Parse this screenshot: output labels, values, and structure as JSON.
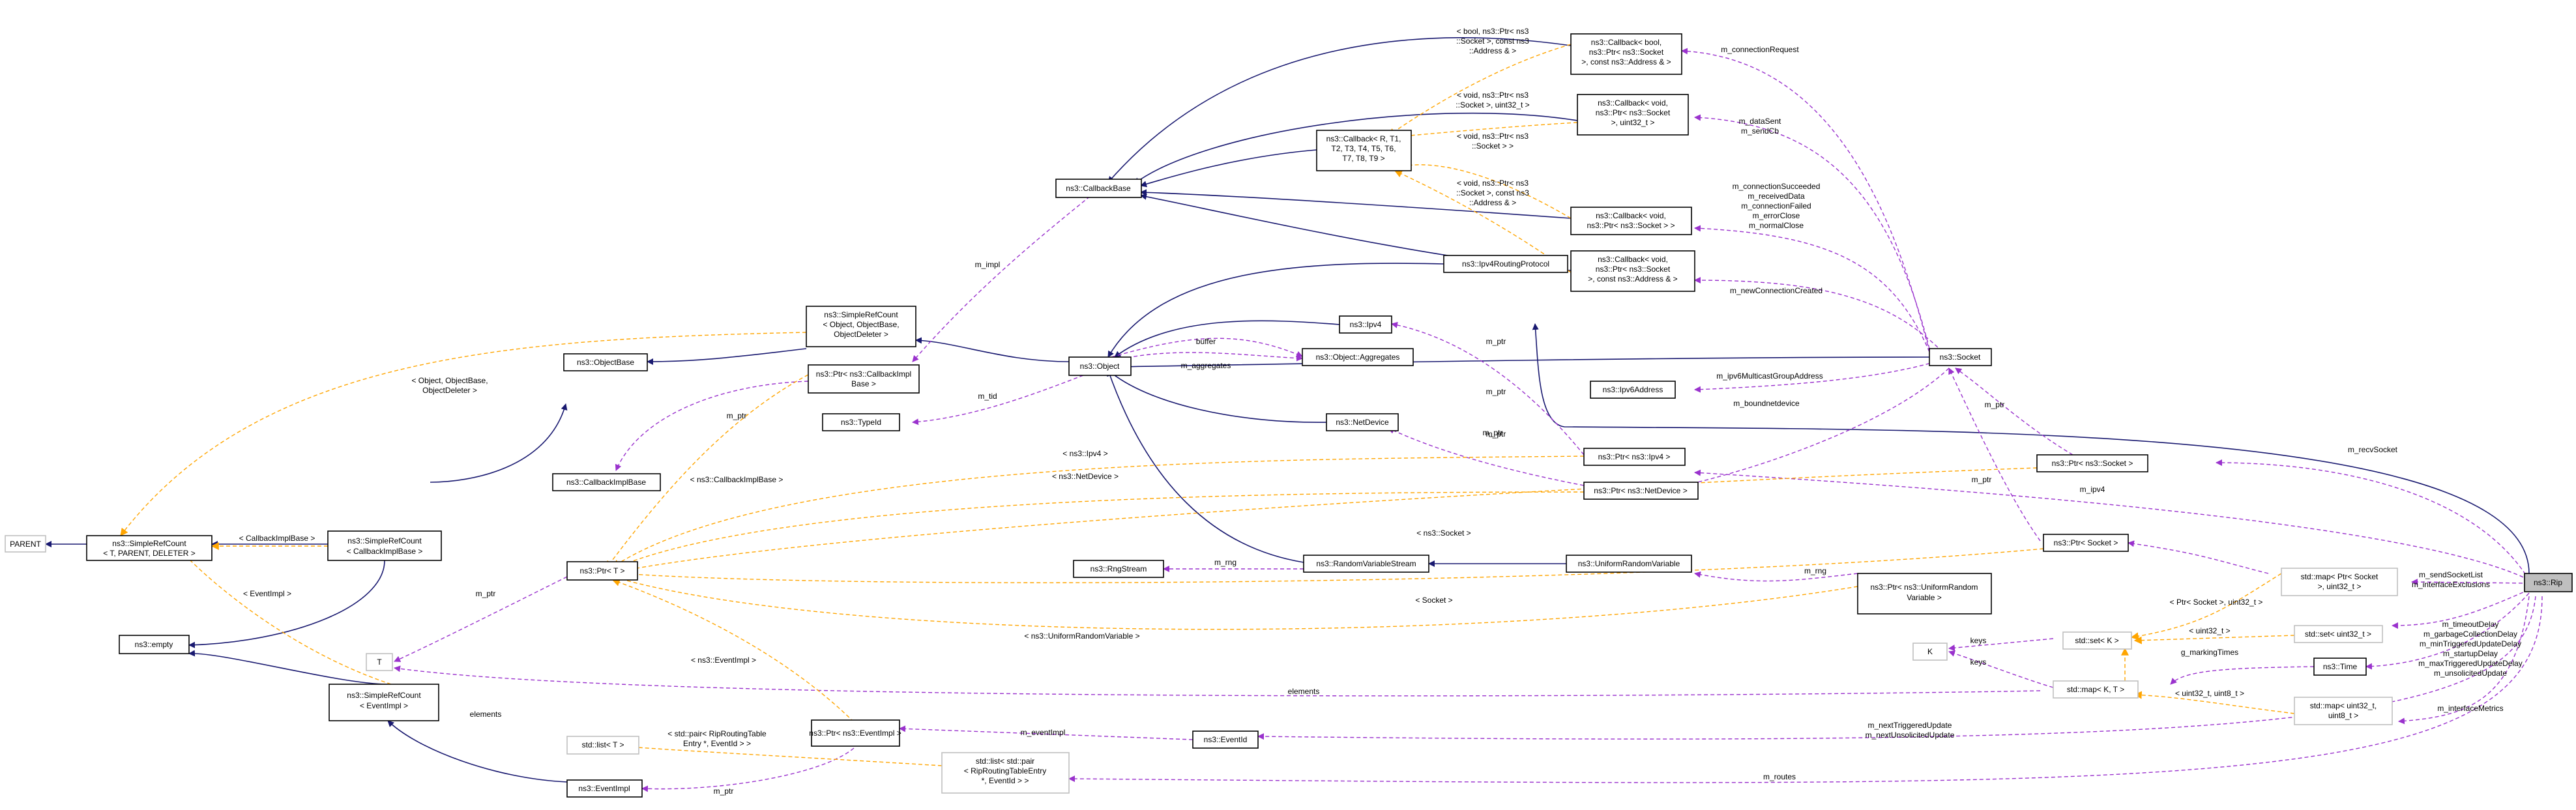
{
  "nodes": [
    {
      "id": "parent",
      "lines": [
        "PARENT"
      ],
      "tpl": true
    },
    {
      "id": "simplerefcount_t",
      "lines": [
        "ns3::SimpleRefCount",
        "< T, PARENT, DELETER >"
      ],
      "tpl": true
    },
    {
      "id": "empty",
      "lines": [
        "ns3::empty"
      ]
    },
    {
      "id": "simplerefcount_cbimplbase",
      "lines": [
        "ns3::SimpleRefCount",
        "< CallbackImplBase >"
      ]
    },
    {
      "id": "callbackimplbase",
      "lines": [
        "ns3::CallbackImplBase"
      ]
    },
    {
      "id": "objectbase",
      "lines": [
        "ns3::ObjectBase"
      ]
    },
    {
      "id": "simplerefcount_object",
      "lines": [
        "ns3::SimpleRefCount",
        "< Object, ObjectBase,",
        "ObjectDeleter >"
      ]
    },
    {
      "id": "ptr_cbimplbase",
      "lines": [
        "ns3::Ptr< ns3::CallbackImpl",
        "Base >"
      ]
    },
    {
      "id": "typeid",
      "lines": [
        "ns3::TypeId"
      ]
    },
    {
      "id": "ptr_t",
      "lines": [
        "ns3::Ptr< T >"
      ],
      "tpl": true
    },
    {
      "id": "T",
      "lines": [
        "T"
      ],
      "tpl": true
    },
    {
      "id": "simplerefcount_eventimpl",
      "lines": [
        "ns3::SimpleRefCount",
        "< EventImpl >"
      ]
    },
    {
      "id": "stdlist_t",
      "lines": [
        "std::list< T >"
      ],
      "tpl": true
    },
    {
      "id": "eventimpl",
      "lines": [
        "ns3::EventImpl"
      ]
    },
    {
      "id": "callbackbase",
      "lines": [
        "ns3::CallbackBase"
      ]
    },
    {
      "id": "object",
      "lines": [
        "ns3::Object"
      ]
    },
    {
      "id": "ipv4",
      "lines": [
        "ns3::Ipv4"
      ]
    },
    {
      "id": "object_aggregates",
      "lines": [
        "ns3::Object::Aggregates"
      ]
    },
    {
      "id": "netdevice",
      "lines": [
        "ns3::NetDevice"
      ]
    },
    {
      "id": "rngstream",
      "lines": [
        "ns3::RngStream"
      ]
    },
    {
      "id": "randomvariablestream",
      "lines": [
        "ns3::RandomVariableStream"
      ]
    },
    {
      "id": "ptr_eventimpl",
      "lines": [
        "ns3::Ptr< ns3::EventImpl >"
      ]
    },
    {
      "id": "stdlist_pair",
      "lines": [
        "std::list< std::pair",
        "< RipRoutingTableEntry",
        "*, EventId > >"
      ]
    },
    {
      "id": "eventid",
      "lines": [
        "ns3::EventId"
      ]
    },
    {
      "id": "callback_R",
      "lines": [
        "ns3::Callback< R, T1,",
        "T2, T3, T4, T5, T6,",
        "T7, T8, T9 >"
      ],
      "tpl": true
    },
    {
      "id": "callback_bool",
      "lines": [
        "ns3::Callback< bool,",
        "ns3::Ptr< ns3::Socket",
        ">, const ns3::Address & >"
      ]
    },
    {
      "id": "callback_void_uint",
      "lines": [
        "ns3::Callback< void,",
        "ns3::Ptr< ns3::Socket",
        ">, uint32_t >"
      ]
    },
    {
      "id": "callback_void_socket",
      "lines": [
        "ns3::Callback< void,",
        "ns3::Ptr< ns3::Socket > >"
      ]
    },
    {
      "id": "callback_void_addr",
      "lines": [
        "ns3::Callback< void,",
        "ns3::Ptr< ns3::Socket",
        ">, const ns3::Address & >"
      ]
    },
    {
      "id": "ipv4routingprotocol",
      "lines": [
        "ns3::Ipv4RoutingProtocol"
      ]
    },
    {
      "id": "ipv6address",
      "lines": [
        "ns3::Ipv6Address"
      ]
    },
    {
      "id": "ptr_ipv4",
      "lines": [
        "ns3::Ptr< ns3::Ipv4 >"
      ]
    },
    {
      "id": "ptr_netdevice",
      "lines": [
        "ns3::Ptr< ns3::NetDevice >"
      ]
    },
    {
      "id": "uniformrandomvariable",
      "lines": [
        "ns3::UniformRandomVariable"
      ]
    },
    {
      "id": "socket",
      "lines": [
        "ns3::Socket"
      ]
    },
    {
      "id": "ptr_socket_r",
      "lines": [
        "ns3::Ptr< ns3::Socket >"
      ]
    },
    {
      "id": "ptr_socket_l",
      "lines": [
        "ns3::Ptr< Socket >"
      ]
    },
    {
      "id": "ptr_urv",
      "lines": [
        "ns3::Ptr< ns3::UniformRandom",
        "Variable >"
      ]
    },
    {
      "id": "stdmap_ptrsocket",
      "lines": [
        "std::map< Ptr< Socket",
        ">, uint32_t >"
      ]
    },
    {
      "id": "stdset_uint",
      "lines": [
        "std::set< uint32_t >"
      ]
    },
    {
      "id": "stdset_K",
      "lines": [
        "std::set< K >"
      ],
      "tpl": true
    },
    {
      "id": "K",
      "lines": [
        "K"
      ],
      "tpl": true
    },
    {
      "id": "stdmap_KT",
      "lines": [
        "std::map< K, T >"
      ],
      "tpl": true
    },
    {
      "id": "time",
      "lines": [
        "ns3::Time"
      ]
    },
    {
      "id": "stdmap_uint",
      "lines": [
        "std::map< uint32_t,",
        "uint8_t >"
      ]
    },
    {
      "id": "rip",
      "lines": [
        "ns3::Rip"
      ],
      "focus": true
    }
  ],
  "edge_labels": [
    {
      "id": "l_cbimplbase1",
      "text": "< CallbackImplBase >"
    },
    {
      "id": "l_eventimpl1",
      "text": "< EventImpl >"
    },
    {
      "id": "l_objobase",
      "text": "< Object, ObjectBase,"
    },
    {
      "id": "l_objobase2",
      "text": "ObjectDeleter >"
    },
    {
      "id": "l_mptr1",
      "text": "m_ptr"
    },
    {
      "id": "l_cbimplbase2",
      "text": "< ns3::CallbackImplBase >"
    },
    {
      "id": "l_mimpl",
      "text": "m_impl"
    },
    {
      "id": "l_mtid",
      "text": "m_tid"
    },
    {
      "id": "l_buffer",
      "text": "buffer"
    },
    {
      "id": "l_maggregates",
      "text": "m_aggregates"
    },
    {
      "id": "l_ipv4",
      "text": "< ns3::Ipv4 >"
    },
    {
      "id": "l_netdev",
      "text": "< ns3::NetDevice >"
    },
    {
      "id": "l_socket1",
      "text": "< ns3::Socket >"
    },
    {
      "id": "l_socket2",
      "text": "< Socket >"
    },
    {
      "id": "l_urv",
      "text": "< ns3::UniformRandomVariable >"
    },
    {
      "id": "l_eventimpl2",
      "text": "< ns3::EventImpl >"
    },
    {
      "id": "l_mptr2",
      "text": "m_ptr"
    },
    {
      "id": "l_mptr3",
      "text": "m_ptr"
    },
    {
      "id": "l_elements1",
      "text": "elements"
    },
    {
      "id": "l_elements2",
      "text": "elements"
    },
    {
      "id": "l_pair1",
      "text": "< std::pair< RipRoutingTable"
    },
    {
      "id": "l_pair2",
      "text": "Entry *, EventId > >"
    },
    {
      "id": "l_meventimpl",
      "text": "m_eventImpl"
    },
    {
      "id": "l_mrng",
      "text": "m_rng"
    },
    {
      "id": "l_mptr4",
      "text": "m_ptr"
    },
    {
      "id": "l_mptr5",
      "text": "m_ptr"
    },
    {
      "id": "l_mptr6",
      "text": "m_ptr"
    },
    {
      "id": "l_mptr7",
      "text": "m_ptr"
    },
    {
      "id": "l_mrng2",
      "text": "m_rng"
    },
    {
      "id": "l_keys1",
      "text": "keys"
    },
    {
      "id": "l_keys2",
      "text": "keys"
    },
    {
      "id": "l_keys3",
      "text": "keys"
    },
    {
      "id": "l_marking",
      "text": "g_markingTimes"
    },
    {
      "id": "l_ptrsocket",
      "text": "< Ptr< Socket >, uint32_t >"
    },
    {
      "id": "l_uint32",
      "text": "< uint32_t >"
    },
    {
      "id": "l_uint32_8",
      "text": "< uint32_t, uint8_t >"
    },
    {
      "id": "l_cb_bool1",
      "text": "< bool, ns3::Ptr< ns3"
    },
    {
      "id": "l_cb_bool2",
      "text": "::Socket >, const ns3"
    },
    {
      "id": "l_cb_bool3",
      "text": "::Address & >"
    },
    {
      "id": "l_cb_void1",
      "text": "< void, ns3::Ptr< ns3"
    },
    {
      "id": "l_cb_void2",
      "text": "::Socket >, uint32_t >"
    },
    {
      "id": "l_cb_void3",
      "text": "< void, ns3::Ptr< ns3"
    },
    {
      "id": "l_cb_void4",
      "text": "::Socket > >"
    },
    {
      "id": "l_cb_void5",
      "text": "< void, ns3::Ptr< ns3"
    },
    {
      "id": "l_cb_void6",
      "text": "::Socket >, const ns3"
    },
    {
      "id": "l_cb_void7",
      "text": "::Address & >"
    },
    {
      "id": "l_connreq",
      "text": "m_connectionRequest"
    },
    {
      "id": "l_datasent",
      "text": "m_dataSent"
    },
    {
      "id": "l_sendcb",
      "text": "m_sendCb"
    },
    {
      "id": "l_cs1",
      "text": "m_connectionSucceeded"
    },
    {
      "id": "l_cs2",
      "text": "m_receivedData"
    },
    {
      "id": "l_cs3",
      "text": "m_connectionFailed"
    },
    {
      "id": "l_cs4",
      "text": "m_errorClose"
    },
    {
      "id": "l_cs5",
      "text": "m_normalClose"
    },
    {
      "id": "l_newconn",
      "text": "m_newConnectionCreated"
    },
    {
      "id": "l_ipv6multi",
      "text": "m_ipv6MulticastGroupAddress"
    },
    {
      "id": "l_mptr_ipv4",
      "text": "m_ptr"
    },
    {
      "id": "l_boundnet",
      "text": "m_boundnetdevice"
    },
    {
      "id": "l_mptr_netdev",
      "text": "m_ptr"
    },
    {
      "id": "l_recvsocket",
      "text": "m_recvSocket"
    },
    {
      "id": "l_mipv4",
      "text": "m_ipv4"
    },
    {
      "id": "l_sendsocket",
      "text": "m_sendSocketList"
    },
    {
      "id": "l_ifexcl",
      "text": "m_interfaceExclusions"
    },
    {
      "id": "l_timeout",
      "text": "m_timeoutDelay"
    },
    {
      "id": "l_gc",
      "text": "m_garbageCollectionDelay"
    },
    {
      "id": "l_mintrig",
      "text": "m_minTriggeredUpdateDelay"
    },
    {
      "id": "l_startup",
      "text": "m_startupDelay"
    },
    {
      "id": "l_maxtrig",
      "text": "m_maxTriggeredUpdateDelay"
    },
    {
      "id": "l_unsol",
      "text": "m_unsolicitedUpdate"
    },
    {
      "id": "l_ifmetrics",
      "text": "m_interfaceMetrics"
    },
    {
      "id": "l_nexttrig",
      "text": "m_nextTriggeredUpdate"
    },
    {
      "id": "l_nextunsol",
      "text": "m_nextUnsolicitedUpdate"
    },
    {
      "id": "l_routes",
      "text": "m_routes"
    }
  ]
}
